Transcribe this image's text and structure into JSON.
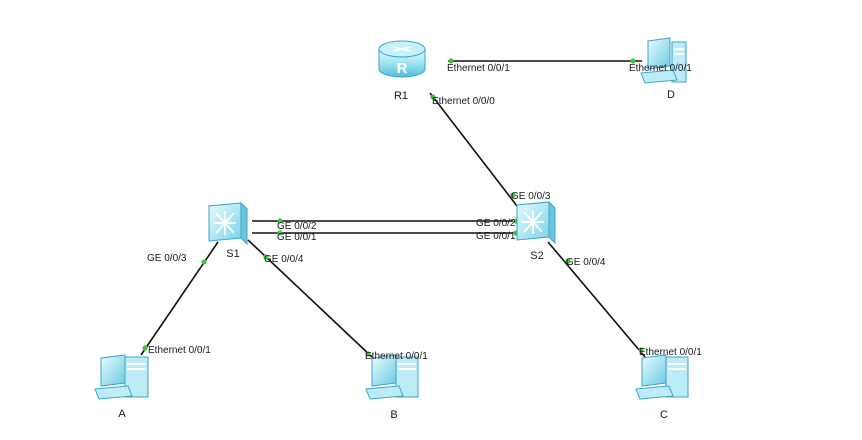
{
  "devices": {
    "r1": {
      "name": "R1",
      "type": "router"
    },
    "s1": {
      "name": "S1",
      "type": "switch"
    },
    "s2": {
      "name": "S2",
      "type": "switch"
    },
    "pc_a": {
      "name": "A",
      "type": "pc"
    },
    "pc_b": {
      "name": "B",
      "type": "pc"
    },
    "pc_c": {
      "name": "C",
      "type": "pc"
    },
    "pc_d": {
      "name": "D",
      "type": "pc"
    }
  },
  "links": {
    "r1_d": {
      "a_port": "Ethernet 0/0/1",
      "b_port": "Ethernet 0/0/1"
    },
    "r1_s2": {
      "a_port": "Ethernet 0/0/0",
      "b_port": "GE 0/0/3"
    },
    "s1_s2_1": {
      "a_port": "GE 0/0/2",
      "b_port": "GE 0/0/2"
    },
    "s1_s2_2": {
      "a_port": "GE 0/0/1",
      "b_port": "GE 0/0/1"
    },
    "s1_a": {
      "a_port": "GE 0/0/3",
      "b_port": "Ethernet 0/0/1"
    },
    "s1_b": {
      "a_port": "GE 0/0/4",
      "b_port": "Ethernet 0/0/1"
    },
    "s2_c": {
      "a_port": "GE 0/0/4",
      "b_port": "Ethernet 0/0/1"
    }
  },
  "colors": {
    "link": "#111111",
    "port_dot": "#3cc83c",
    "device_light": "#d6f4fb",
    "device_mid": "#8fdcef",
    "device_dark": "#4bb6d6"
  }
}
